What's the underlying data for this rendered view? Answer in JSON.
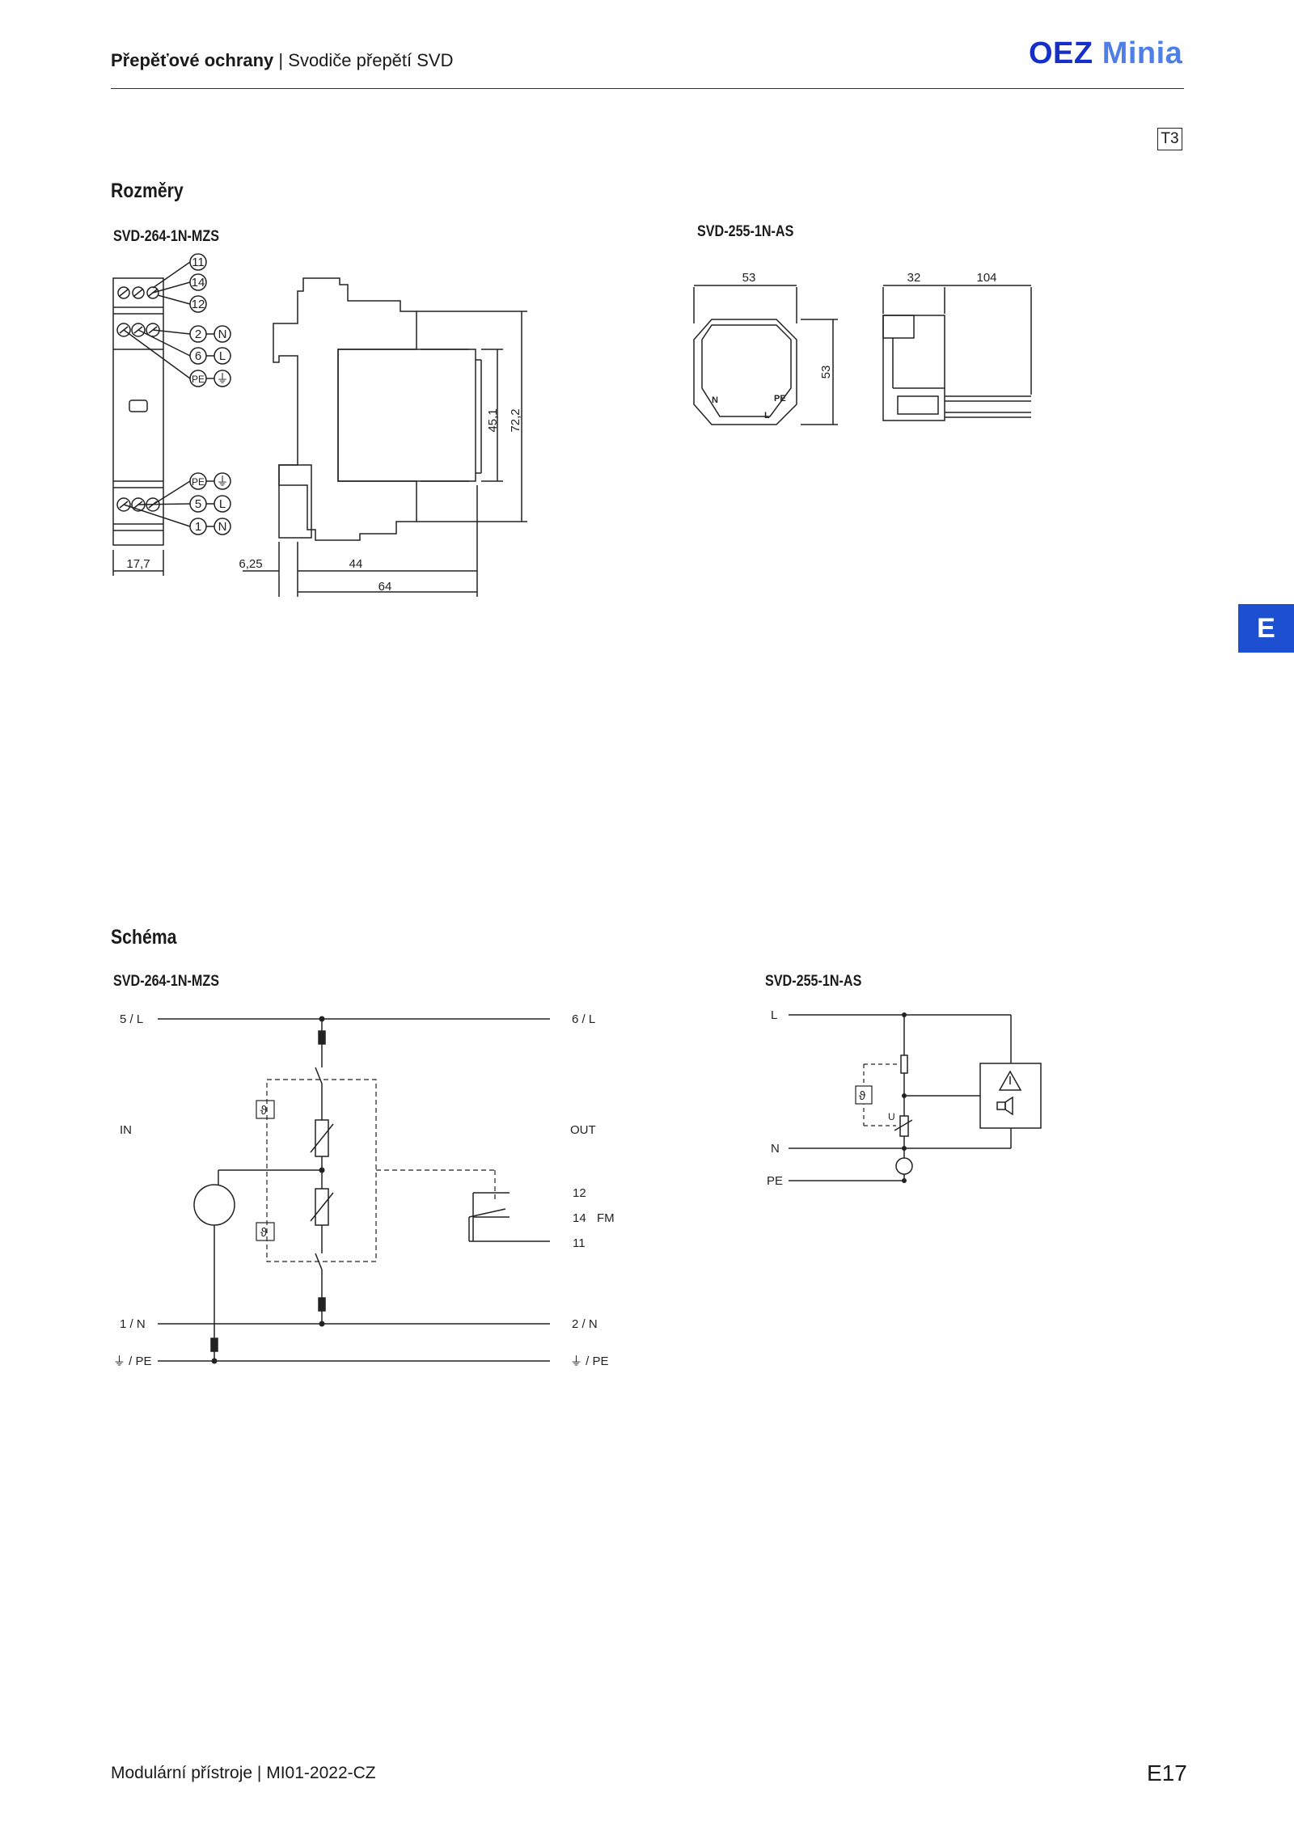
{
  "header": {
    "title_bold": "Přepěťové ochrany",
    "separator": "|",
    "title_rest": "Svodiče přepětí SVD",
    "logo_brand": "OEZ",
    "logo_product": "Minia",
    "badge": "T3"
  },
  "sections": {
    "dimensions": "Rozměry",
    "schema": "Schéma"
  },
  "dimensions": {
    "left": {
      "title": "SVD-264-1N-MZS",
      "terminal_top": [
        "11",
        "14",
        "12"
      ],
      "terminal_mid": [
        {
          "num": "2",
          "sym": "N"
        },
        {
          "num": "6",
          "sym": "L"
        },
        {
          "num": "PE",
          "sym": "⏚"
        }
      ],
      "terminal_bottom": [
        {
          "num": "PE",
          "sym": "⏚"
        },
        {
          "num": "5",
          "sym": "L"
        },
        {
          "num": "1",
          "sym": "N"
        }
      ],
      "dims": {
        "width": "17,7",
        "offset": "6,25",
        "d44": "44",
        "d64": "64",
        "h451": "45,1",
        "h722": "72,2"
      }
    },
    "right": {
      "title": "SVD-255-1N-AS",
      "dims": {
        "w53": "53",
        "h53": "53",
        "d32": "32",
        "d104": "104"
      },
      "marks": {
        "n": "N",
        "pe": "PE",
        "l": "L"
      }
    }
  },
  "schema": {
    "left": {
      "title": "SVD-264-1N-MZS",
      "labels": {
        "l_in": "5 / L",
        "l_out": "6 / L",
        "in": "IN",
        "out": "OUT",
        "n_in": "1 / N",
        "n_out": "2 / N",
        "pe_in": "⏚ / PE",
        "pe_out": "⏚ / PE",
        "t12": "12",
        "t14": "14",
        "t11": "11",
        "fm": "FM",
        "theta": "ϑ"
      }
    },
    "right": {
      "title": "SVD-255-1N-AS",
      "labels": {
        "l": "L",
        "n": "N",
        "pe": "PE",
        "u": "U",
        "theta": "ϑ"
      }
    }
  },
  "tab": "E",
  "footer": {
    "text": "Modulární přístroje",
    "separator": "|",
    "code": "MI01-2022-CZ",
    "page": "E17"
  }
}
